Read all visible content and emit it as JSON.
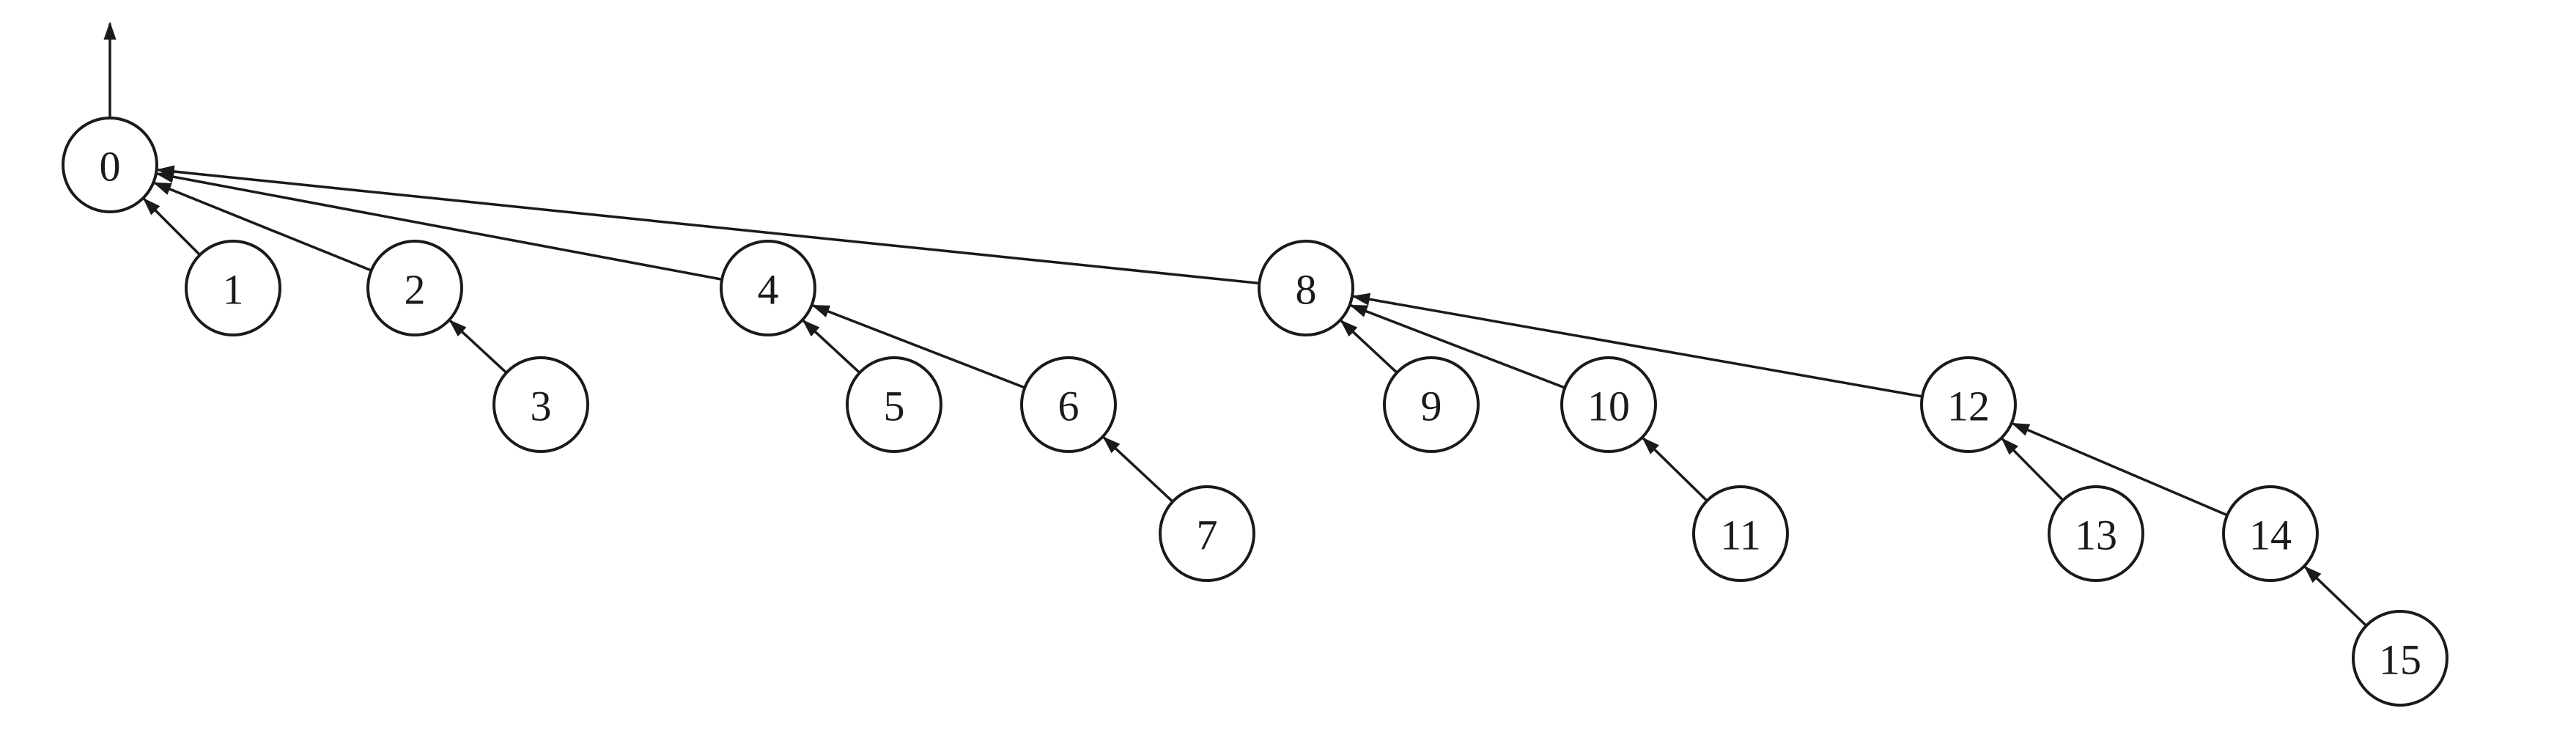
{
  "nodes": [
    {
      "id": "0",
      "label": "0"
    },
    {
      "id": "1",
      "label": "1"
    },
    {
      "id": "2",
      "label": "2"
    },
    {
      "id": "3",
      "label": "3"
    },
    {
      "id": "4",
      "label": "4"
    },
    {
      "id": "5",
      "label": "5"
    },
    {
      "id": "6",
      "label": "6"
    },
    {
      "id": "7",
      "label": "7"
    },
    {
      "id": "8",
      "label": "8"
    },
    {
      "id": "9",
      "label": "9"
    },
    {
      "id": "10",
      "label": "10"
    },
    {
      "id": "11",
      "label": "11"
    },
    {
      "id": "12",
      "label": "12"
    },
    {
      "id": "13",
      "label": "13"
    },
    {
      "id": "14",
      "label": "14"
    },
    {
      "id": "15",
      "label": "15"
    }
  ],
  "edges": [
    {
      "from": "1",
      "to": "0"
    },
    {
      "from": "2",
      "to": "0"
    },
    {
      "from": "4",
      "to": "0"
    },
    {
      "from": "8",
      "to": "0"
    },
    {
      "from": "3",
      "to": "2"
    },
    {
      "from": "5",
      "to": "4"
    },
    {
      "from": "6",
      "to": "4"
    },
    {
      "from": "7",
      "to": "6"
    },
    {
      "from": "9",
      "to": "8"
    },
    {
      "from": "10",
      "to": "8"
    },
    {
      "from": "12",
      "to": "8"
    },
    {
      "from": "11",
      "to": "10"
    },
    {
      "from": "13",
      "to": "12"
    },
    {
      "from": "14",
      "to": "12"
    },
    {
      "from": "15",
      "to": "14"
    }
  ],
  "root_edge": {
    "from": "0",
    "direction": "up"
  }
}
